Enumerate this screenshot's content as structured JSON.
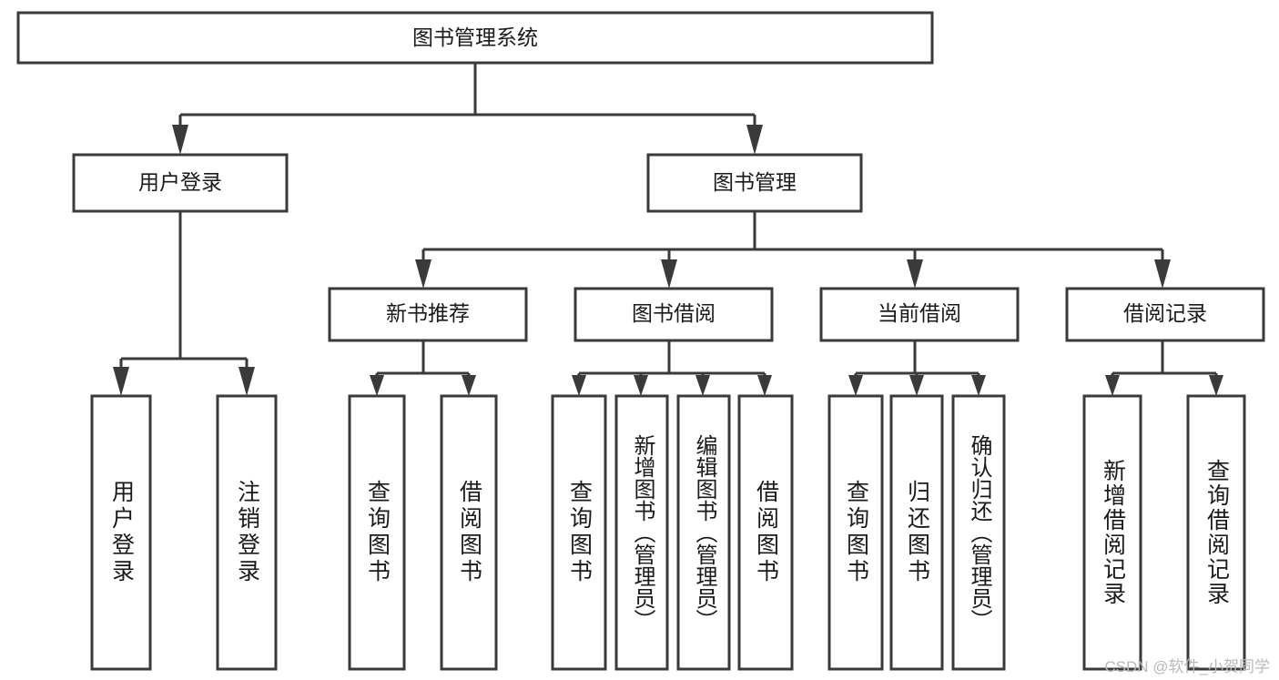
{
  "diagram": {
    "type": "tree",
    "title": "图书管理系统",
    "orientation": "top-down",
    "colors": {
      "box_stroke": "#3a3a3a",
      "box_fill": "#ffffff",
      "connector": "#3a3a3a",
      "text": "#1a1a1a",
      "watermark": "#b9b9b9"
    },
    "root": {
      "label": "图书管理系统"
    },
    "level2": [
      {
        "label": "用户登录"
      },
      {
        "label": "图书管理"
      }
    ],
    "level3": [
      {
        "label": "新书推荐"
      },
      {
        "label": "图书借阅"
      },
      {
        "label": "当前借阅"
      },
      {
        "label": "借阅记录"
      }
    ],
    "leaves": {
      "user_login": [
        {
          "label": "用户登录"
        },
        {
          "label": "注销登录"
        }
      ],
      "new_book_recommend": [
        {
          "label": "查询图书"
        },
        {
          "label": "借阅图书"
        }
      ],
      "book_borrow": [
        {
          "label": "查询图书"
        },
        {
          "label": "新增图书（管理员）"
        },
        {
          "label": "编辑图书（管理员）"
        },
        {
          "label": "借阅图书"
        }
      ],
      "current_borrow": [
        {
          "label": "查询图书"
        },
        {
          "label": "归还图书"
        },
        {
          "label": "确认归还（管理员）"
        }
      ],
      "borrow_record": [
        {
          "label": "新增借阅记录"
        },
        {
          "label": "查询借阅记录"
        }
      ]
    }
  },
  "watermark": {
    "text": "CSDN @软件_小贺同学"
  }
}
